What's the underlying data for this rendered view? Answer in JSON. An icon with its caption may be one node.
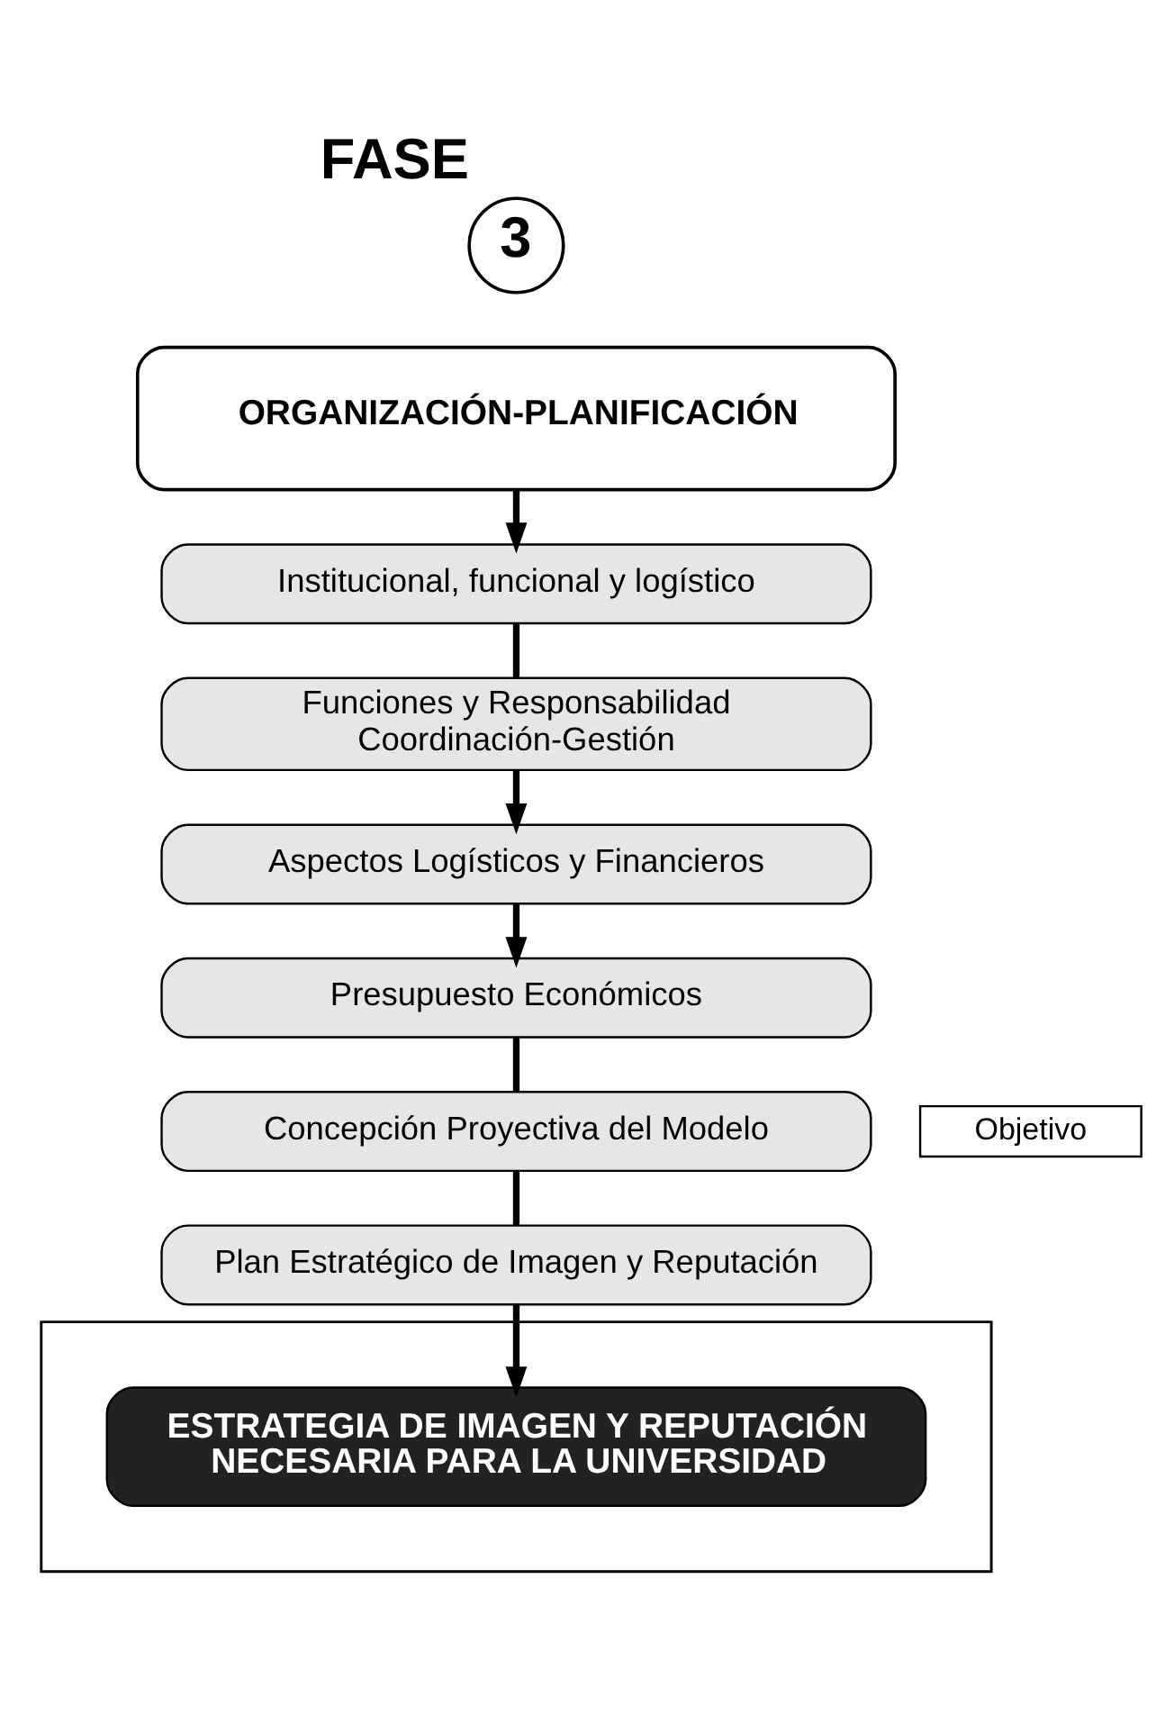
{
  "diagram": {
    "nodes": [
      {
        "text": [
          "ORGANIZACIÓN-PLANIFICACIÓN"
        ]
      },
      {
        "text": [
          "3"
        ],
        "beside": [
          "FASE"
        ]
      },
      {
        "text": [
          "Institucional, funcional y logístico"
        ]
      },
      {
        "text": [
          "Funciones y Responsabilidad Coordinación-Gestión"
        ]
      },
      {
        "text": [
          "Aspectos Logísticos y Financieros"
        ]
      },
      {
        "text": [
          "Presupuesto Económicos"
        ]
      },
      {
        "text": [
          "Concepción Proyectiva del Modelo"
        ]
      },
      {
        "text": [
          "Plan Estratégico de Imagen y Reputación"
        ]
      },
      {
        "text": [
          "Objetivo"
        ]
      },
      {
        "text": [],
        "shape": "box"
      },
      {
        "text": [
          "ESTRATEGIA DE IMAGEN Y REPUTACIÓN NECESARIA PARA LA UNIVERSIDAD"
        ],
        "in": 9
      }
    ],
    "edges": [
      {
        "from": 0,
        "to": 2,
        "arrow": "to"
      },
      {
        "from": 2,
        "to": 3,
        "arrow": "none"
      },
      {
        "from": 3,
        "to": 4,
        "arrow": "to"
      },
      {
        "from": 4,
        "to": 5,
        "arrow": "to"
      },
      {
        "from": 5,
        "to": 6,
        "arrow": "none"
      },
      {
        "from": 6,
        "to": 7,
        "arrow": "none"
      },
      {
        "from": 7,
        "to": 10,
        "arrow": "to"
      }
    ]
  }
}
